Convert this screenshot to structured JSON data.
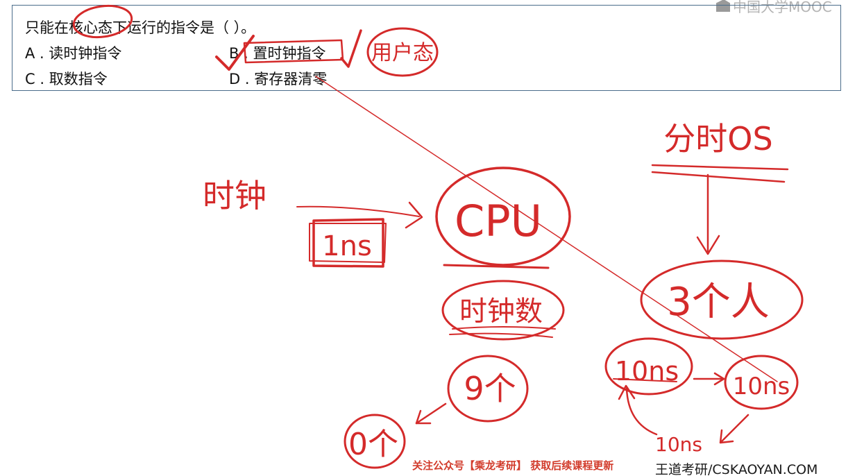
{
  "question": {
    "stem": "只能在核心态下运行的指令是（  ）。",
    "options": [
      {
        "letter": "A",
        "text": "读时钟指令"
      },
      {
        "letter": "B",
        "text": "置时钟指令"
      },
      {
        "letter": "C",
        "text": "取数指令"
      },
      {
        "letter": "D",
        "text": "寄存器清零"
      }
    ]
  },
  "watermark": {
    "text": "中国大学MOOC"
  },
  "annotations": {
    "kernel_mode_note": "用户态",
    "clock_label": "时钟",
    "clock_period": "1ns",
    "cpu_label": "CPU",
    "clock_count_label": "时钟数",
    "count_value": "9个",
    "count_reset": "0个",
    "timeshare_os_label": "分时OS",
    "users_label": "3个人",
    "slice_first": "10ns",
    "slice_second": "10ns",
    "slice_third": "10ns"
  },
  "footer": {
    "promo": "关注公众号【乘龙考研】 获取后续课程更新",
    "brand": "王道考研/CSKAOYAN.COM"
  }
}
